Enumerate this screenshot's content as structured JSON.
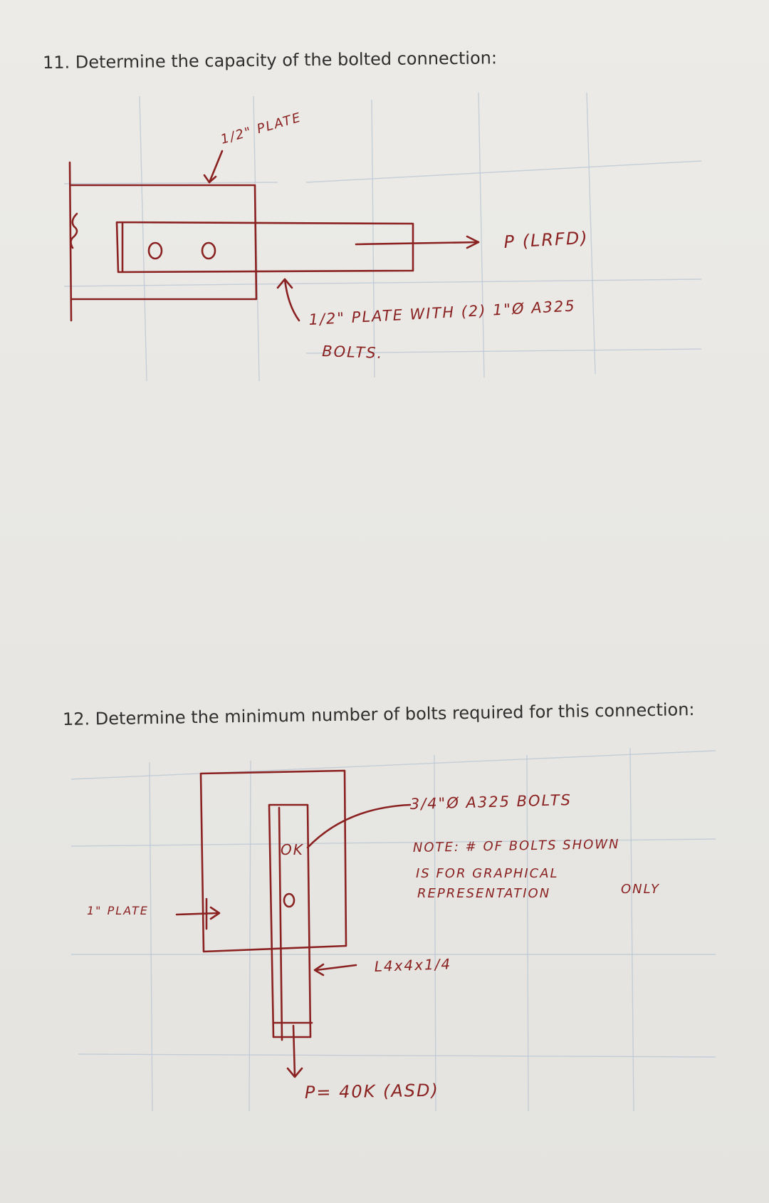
{
  "questions": {
    "q11": "11. Determine the capacity of the bolted connection:",
    "q12": "12. Determine the minimum number of bolts required for this connection:"
  },
  "sketch1": {
    "top_plate_label": "1/2\" PLATE",
    "load_label": "P (LRFD)",
    "note_line1": "1/2\" PLATE WITH (2) 1\"Ø A325",
    "note_line2": "BOLTS."
  },
  "sketch2": {
    "bolt_spec": "3/4\"Ø A325 BOLTS",
    "bolt_mark": "OK",
    "note_line1": "NOTE: # OF BOLTS SHOWN",
    "note_line2": "IS FOR GRAPHICAL",
    "note_line3": "REPRESENTATION",
    "note_line3b": "ONLY",
    "plate_label": "1\" PLATE",
    "angle_label": "L4x4x1/4",
    "load_label": "P= 40K (ASD)"
  },
  "colors": {
    "ink": "#8b2222",
    "grid": "#b9c6d4",
    "print": "#2e2e2e",
    "paper": "#ecebe7"
  }
}
